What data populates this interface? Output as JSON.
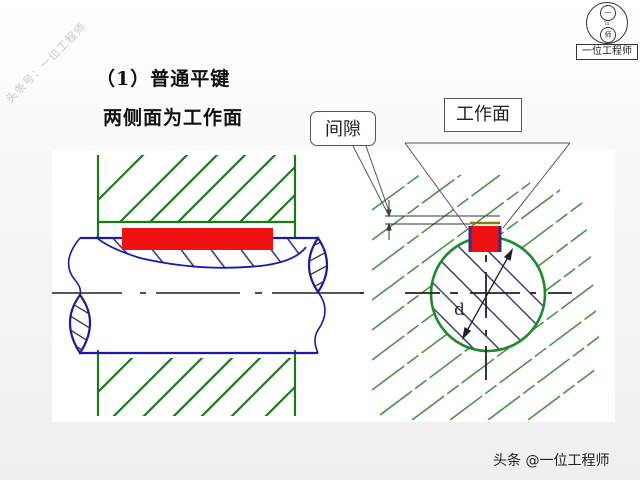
{
  "watermark": {
    "text": "头条号：一位工程师"
  },
  "logo": {
    "top_char": "一",
    "middle_char": "位",
    "bottom_char": "师",
    "label": "一位工程师"
  },
  "heading": {
    "title": "（1）普通平键",
    "subtitle": "两侧面为工作面"
  },
  "diagram": {
    "callouts": {
      "gap": "间隙",
      "working_face": "工作面"
    },
    "dimension_label": "d",
    "colors": {
      "hub_hatch": "#1a7a1a",
      "shaft_outline": "#1a1aa8",
      "key_fill": "#ee1111",
      "key_side": "#3a2a8a",
      "key_top": "#8a7a10",
      "circle": "#1f8a2a",
      "center_line": "#222222"
    }
  },
  "footer": {
    "credit": "头条 @一位工程师"
  }
}
